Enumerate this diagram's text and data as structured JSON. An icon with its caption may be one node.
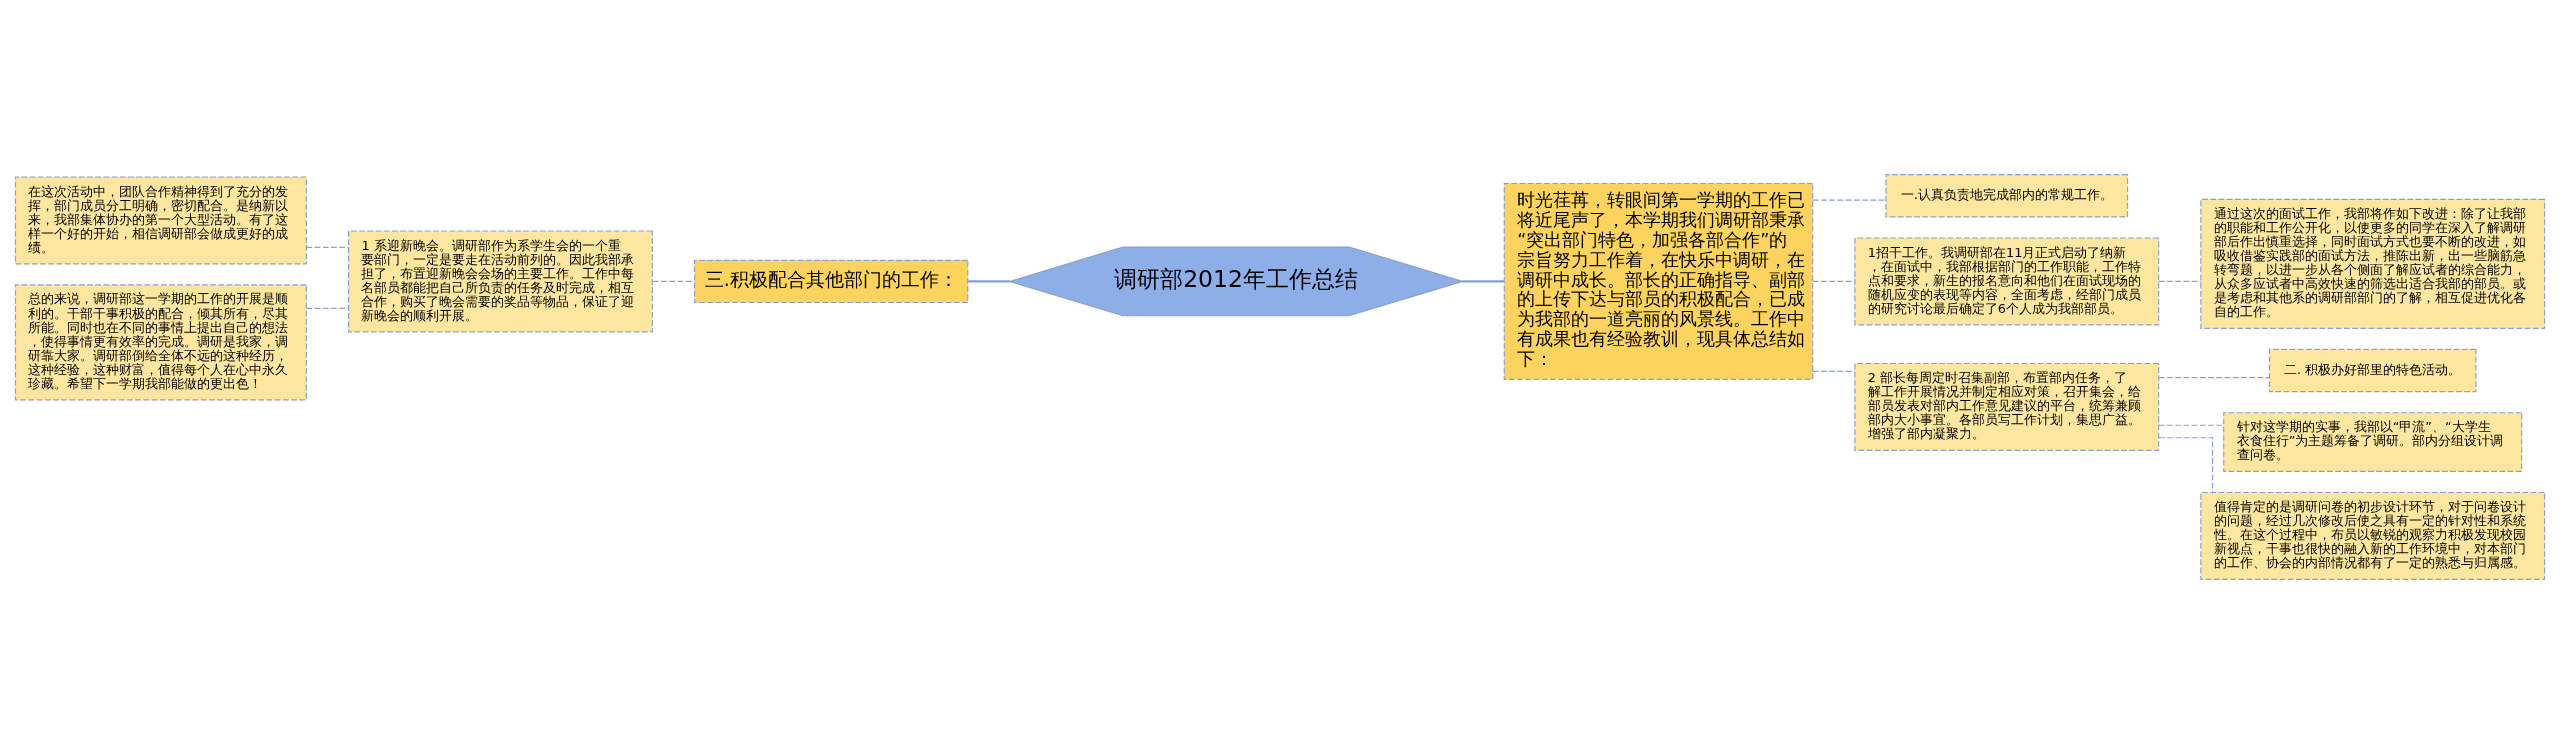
{
  "diagram": {
    "nodes": [
      {
        "text": [
          "调研部2012年工作总结"
        ]
      },
      {
        "text": [
          "三.积极配合其他部门的工作："
        ]
      },
      {
        "text": [
          "1 系迎新晚会。调研部作为系学生会的一个重要部门，一定是要走在活动前列的。因此我部承担了，布置迎新晚会会场的主要工作。工作中每名部员都能把自己所负责的任务及时完成，相互合作，购买了晚会需要的奖品等物品，保证了迎新晚会的顺利开展。"
        ]
      },
      {
        "text": [
          "在这次活动中，团队合作精神得到了充分的发挥，部门成员分工明确，密切配合。是纳新以来，我部集体协办的第一个大型活动。有了这样一个好的开始，相信调研部会做成更好的成绩。"
        ]
      },
      {
        "text": [
          "总的来说，调研部这一学期的工作的开展是顺利的。干部干事积极的配合，倾其所有，尽其所能。同时也在不同的事情上提出自己的想法，使得事情更有效率的完成。调研是我家，调研靠大家。调研部倒给全体不远的这种经历，这种经验，这种财富，值得每个人在心中永久珍藏。希望下一学期我部能做的更出色！"
        ]
      },
      {
        "text": [
          "时光荏苒，转眼间第一学期的工作已将近尾声了，本学期我们调研部秉承“突出部门特色，加强各部合作”的宗旨努力工作着，在快乐中调研，在调研中成长。部长的正确指导、副部的上传下达与部员的积极配合，已成为我部的一道亮丽的风景线。工作中有成果也有经验教训，现具体总结如下："
        ]
      },
      {
        "text": [
          "一.认真负责地完成部内的常规工作。"
        ]
      },
      {
        "text": [
          "1招干工作。我调研部在11月正式启动了纳新，在面试中，我部根据部门的工作职能，工作特点和要求，新生的报名意向和他们在面试现场的随机应变的表现等内容，全面考虑，经部门成员的研究讨论最后确定了6个人成为我部部员。"
        ]
      },
      {
        "text": [
          "通过这次的面试工作，我部将作如下改进：除了让我部的职能和工作公开化，以使更多的同学在深入了解调研部后作出慎重选择，同时面试方式也要不断的改进，如吸收借鉴实践部的面试方法，推陈出新，出一些脑筋急转弯题，以进一步从各个侧面了解应试者的综合能力，从众多应试者中高效快速的筛选出适合我部的部员。或是考虑和其他系的调研部部门的了解，相互促进优化各自的工作。"
        ]
      },
      {
        "text": [
          "2 部长每周定时召集副部，布置部内任务，了解工作开展情况并制定相应对策，召开集会，给部员发表对部内工作意见建议的平台，统筹兼顾部内大小事宜。各部员写工作计划，集思广益。增强了部内凝聚力。"
        ]
      },
      {
        "text": [
          "二. 积极办好部里的特色活动。"
        ]
      },
      {
        "text": [
          "针对这学期的实事，我部以“甲流”、“大学生衣食住行”为主题筹备了调研。部内分组设计调查问卷。"
        ]
      },
      {
        "text": [
          "值得肯定的是调研问卷的初步设计环节，对于问卷设计的问题，经过几次修改后使之具有一定的针对性和系统性。在这个过程中，布员以敏锐的观察力积极发现校园新视点，干事也很快的融入新的工作环境中，对本部门的工作、协会的内部情况都有了一定的熟悉与归属感。"
        ]
      }
    ],
    "edges": [
      {
        "from": 3,
        "to": 2,
        "arrow": "none",
        "style": "dashed"
      },
      {
        "from": 4,
        "to": 2,
        "arrow": "none",
        "style": "dashed"
      },
      {
        "from": 2,
        "to": 1,
        "arrow": "none",
        "style": "dashed"
      },
      {
        "from": 1,
        "to": 0,
        "arrow": "none"
      },
      {
        "from": 0,
        "to": 5,
        "arrow": "none"
      },
      {
        "from": 5,
        "to": 6,
        "arrow": "none",
        "style": "dashed"
      },
      {
        "from": 5,
        "to": 7,
        "arrow": "none",
        "style": "dashed"
      },
      {
        "from": 5,
        "to": 9,
        "arrow": "none",
        "style": "dashed"
      },
      {
        "from": 7,
        "to": 8,
        "arrow": "none",
        "style": "dashed"
      },
      {
        "from": 9,
        "to": 10,
        "arrow": "none",
        "style": "dashed"
      },
      {
        "from": 9,
        "to": 11,
        "arrow": "none",
        "style": "dashed"
      },
      {
        "from": 9,
        "to": 12,
        "arrow": "none",
        "style": "dashed"
      }
    ]
  }
}
